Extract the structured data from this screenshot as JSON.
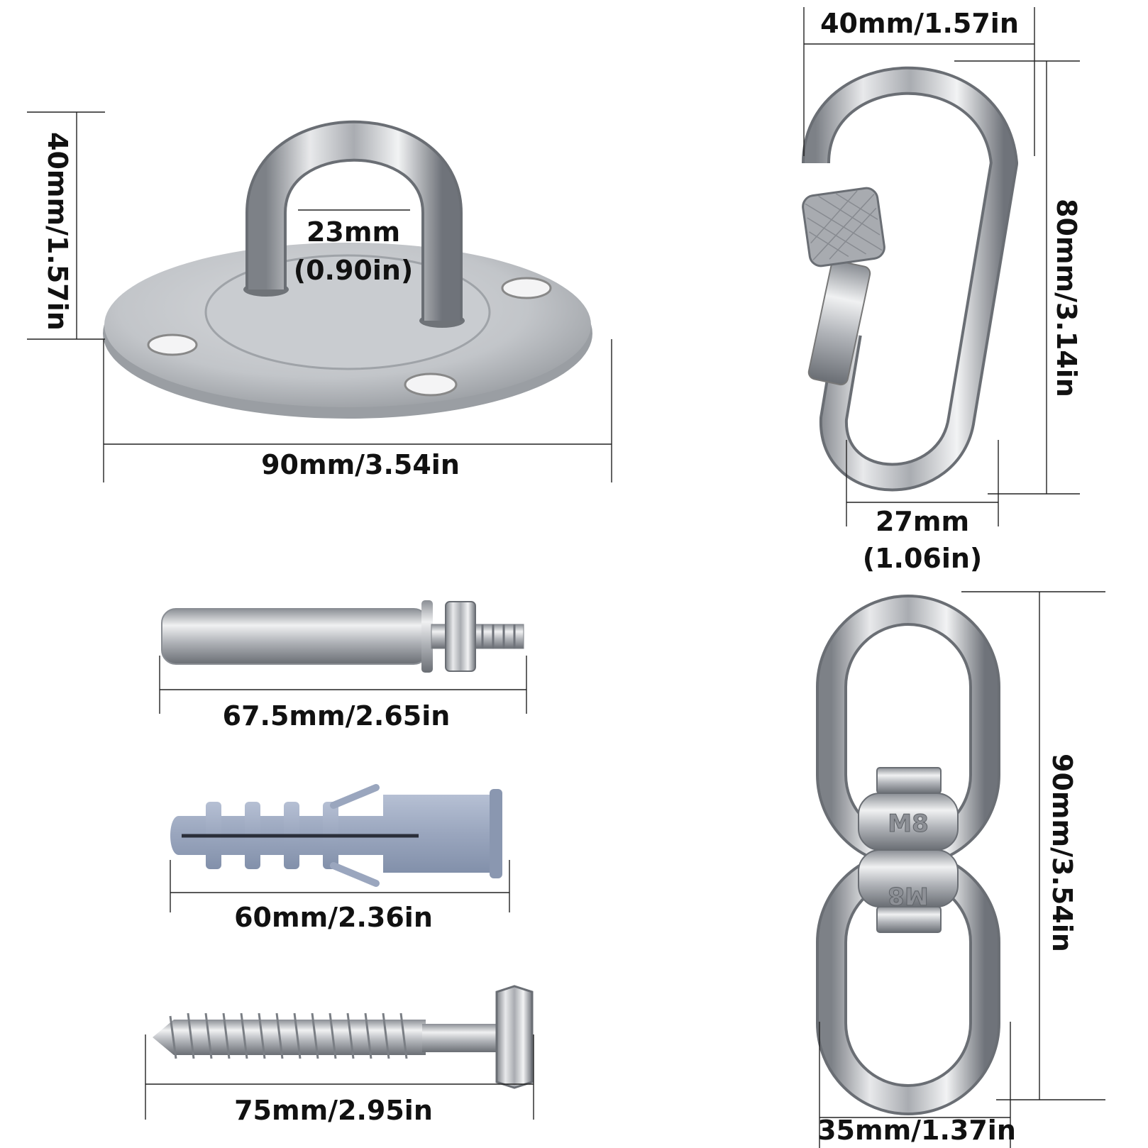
{
  "products": {
    "ceiling_plate": {
      "width_label": "90mm/3.54in",
      "height_label": "40mm/1.57in",
      "inner_label_mm": "23mm",
      "inner_label_in": "(0.90in)"
    },
    "carabiner": {
      "width_label": "40mm/1.57in",
      "height_label": "80mm/3.14in",
      "gate_label_mm": "27mm",
      "gate_label_in": "(1.06in)"
    },
    "expansion_bolt": {
      "length_label": "67.5mm/2.65in"
    },
    "wall_plug": {
      "length_label": "60mm/2.36in"
    },
    "lag_screw": {
      "length_label": "75mm/2.95in"
    },
    "swivel": {
      "height_label": "90mm/3.54in",
      "width_label": "35mm/1.37in",
      "stamp_top": "M8",
      "stamp_bottom": "M8"
    }
  },
  "colors": {
    "steel_light": "#e9eaec",
    "steel_mid": "#b8bbbf",
    "steel_dark": "#6e7278",
    "plug_blue": "#a3aec4",
    "line": "#222222"
  }
}
